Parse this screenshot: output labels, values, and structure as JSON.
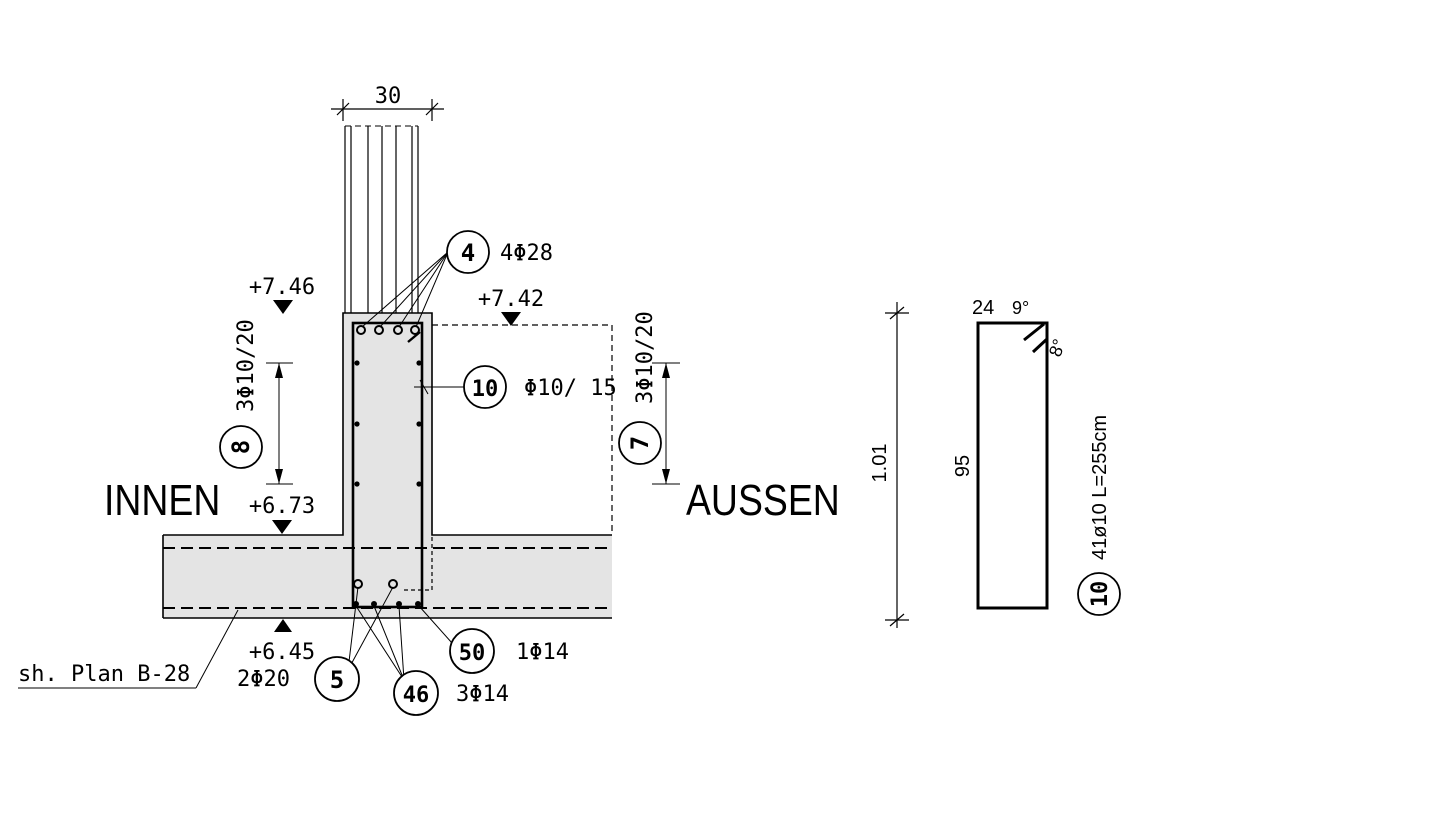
{
  "labels": {
    "dim_top": "30",
    "innen": "INNEN",
    "aussen": "AUSSEN",
    "elev_746": "+7.46",
    "elev_742": "+7.42",
    "elev_673": "+6.73",
    "elev_645": "+6.45",
    "plan_ref": "sh. Plan B-28",
    "bars_2phi20": "2Φ20",
    "bars_4phi28": "4Φ28",
    "bars_phi10_15": "Φ10/ 15",
    "bars_3phi10_20_left": "3Φ10/20",
    "bars_3phi10_20_right": "3Φ10/20",
    "bars_1phi14": "1Φ14",
    "bars_3phi14": "3Φ14"
  },
  "positions": {
    "p4": "4",
    "p10": "10",
    "p8": "8",
    "p7": "7",
    "p5": "5",
    "p46": "46",
    "p50": "50"
  },
  "bending_schedule": {
    "dim_total": "1.01",
    "dim_height": "95",
    "dim_width": "24",
    "hook_angle_1": "9°",
    "hook_angle_2": "8°",
    "bar_text": "41ø10 L=255cm",
    "position": "10"
  }
}
